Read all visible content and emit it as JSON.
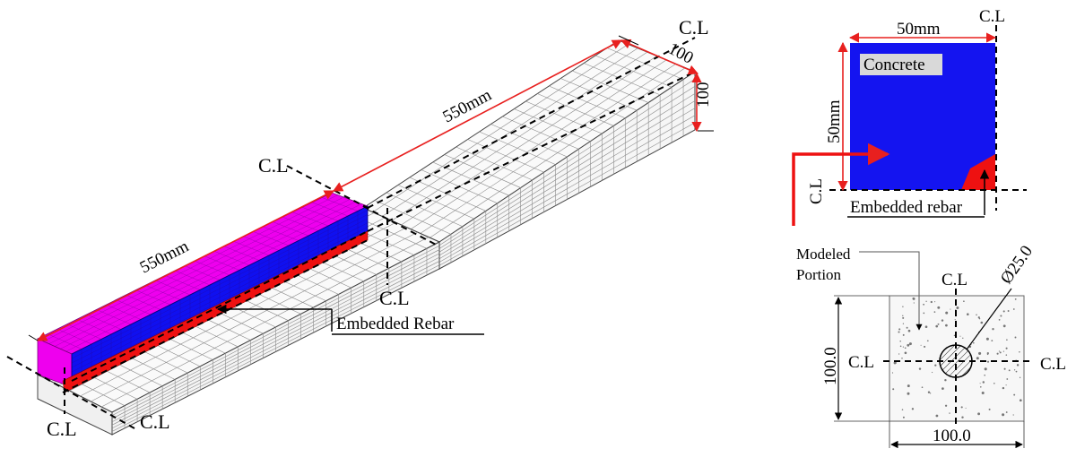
{
  "beam3d": {
    "dim_width_top": "100",
    "dim_height_top": "100",
    "dim_length_far": "550mm",
    "dim_length_near": "550mm",
    "cl_top": "C.L",
    "cl_mid_upper": "C.L",
    "cl_mid_lower": "C.L",
    "cl_bottom_left": "C.L",
    "cl_bottom_right": "C.L",
    "rebar_callout": "Embedded Rebar"
  },
  "quarter_section": {
    "dim_top": "50mm",
    "dim_left": "50mm",
    "cl_top": "C.L",
    "cl_left": "C.L",
    "concrete_label": "Concrete",
    "rebar_label": "Embedded rebar",
    "concrete_color": "#1414f0",
    "rebar_color": "#ee1111"
  },
  "full_section": {
    "modeled_label_line1": "Modeled",
    "modeled_label_line2": "Portion",
    "diameter_label": "Ø25.0",
    "cl_top": "C.L",
    "cl_left": "C.L",
    "cl_right": "C.L",
    "dim_height": "100.0",
    "dim_width": "100.0"
  },
  "colors": {
    "magenta_face": "#ee00ee",
    "blue_face": "#1010f0",
    "red_rebar": "#ee1111",
    "dimension_red": "#e8201f"
  }
}
